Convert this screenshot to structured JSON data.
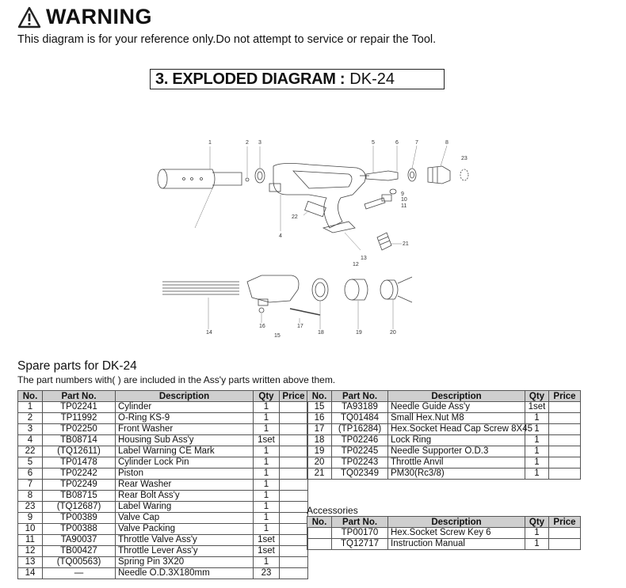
{
  "warning": {
    "title": "WARNING",
    "note": "This diagram is for your reference only.Do not attempt to service or repair the Tool."
  },
  "section": {
    "heading": "3. EXPLODED DIAGRAM :",
    "model": "DK-24"
  },
  "diagram_callouts": [
    "1",
    "2",
    "3",
    "5",
    "6",
    "7",
    "8",
    "23",
    "22",
    "4",
    "9",
    "10",
    "11",
    "21",
    "13",
    "12",
    "14",
    "16",
    "17",
    "15",
    "18",
    "19",
    "20"
  ],
  "spare": {
    "title_prefix": "Spare parts for",
    "model": "DK-24",
    "note": "The part numbers with(   ) are included in the Ass'y parts written above them."
  },
  "columns": {
    "no": "No.",
    "part": "Part No.",
    "desc": "Description",
    "qty": "Qty",
    "price": "Price"
  },
  "table_left": [
    {
      "no": "1",
      "part": "TP02241",
      "desc": "Cylinder",
      "qty": "1"
    },
    {
      "no": "2",
      "part": "TP11992",
      "desc": "O-Ring KS-9",
      "qty": "1"
    },
    {
      "no": "3",
      "part": "TP02250",
      "desc": "Front Washer",
      "qty": "1"
    },
    {
      "no": "4",
      "part": "TB08714",
      "desc": "Housing Sub Ass'y",
      "qty": "1set"
    },
    {
      "no": "22",
      "part": "(TQ12611)",
      "desc": "Label Warning CE Mark",
      "qty": "1"
    },
    {
      "no": "5",
      "part": "TP01478",
      "desc": "Cylinder Lock Pin",
      "qty": "1"
    },
    {
      "no": "6",
      "part": "TP02242",
      "desc": "Piston",
      "qty": "1"
    },
    {
      "no": "7",
      "part": "TP02249",
      "desc": "Rear Washer",
      "qty": "1"
    },
    {
      "no": "8",
      "part": "TB08715",
      "desc": "Rear Bolt Ass'y",
      "qty": "1"
    },
    {
      "no": "23",
      "part": "(TQ12687)",
      "desc": "Label Waring",
      "qty": "1"
    },
    {
      "no": "9",
      "part": "TP00389",
      "desc": "Valve Cap",
      "qty": "1"
    },
    {
      "no": "10",
      "part": "TP00388",
      "desc": "Valve Packing",
      "qty": "1"
    },
    {
      "no": "11",
      "part": "TA90037",
      "desc": "Throttle Valve Ass'y",
      "qty": "1set"
    },
    {
      "no": "12",
      "part": "TB00427",
      "desc": "Throttle Lever Ass'y",
      "qty": "1set"
    },
    {
      "no": "13",
      "part": "(TQ00563)",
      "desc": "Spring Pin 3X20",
      "qty": "1"
    },
    {
      "no": "14",
      "part": "—",
      "desc": "Needle O.D.3X180mm",
      "qty": "23"
    }
  ],
  "table_right": [
    {
      "no": "15",
      "part": "TA93189",
      "desc": "Needle Guide Ass'y",
      "qty": "1set"
    },
    {
      "no": "16",
      "part": "TQ01484",
      "desc": "Small Hex.Nut M8",
      "qty": "1"
    },
    {
      "no": "17",
      "part": "(TP16284)",
      "desc": "Hex.Socket Head Cap Screw 8X45",
      "qty": "1"
    },
    {
      "no": "18",
      "part": "TP02246",
      "desc": "Lock Ring",
      "qty": "1"
    },
    {
      "no": "19",
      "part": "TP02245",
      "desc": "Needle Supporter O.D.3",
      "qty": "1"
    },
    {
      "no": "20",
      "part": "TP02243",
      "desc": "Throttle Anvil",
      "qty": "1"
    },
    {
      "no": "21",
      "part": "TQ02349",
      "desc": "PM30(Rc3/8)",
      "qty": "1"
    }
  ],
  "accessories": {
    "title": "Accessories",
    "rows": [
      {
        "no": "",
        "part": "TP00170",
        "desc": "Hex.Socket Screw Key 6",
        "qty": "1"
      },
      {
        "no": "",
        "part": "TQ12717",
        "desc": "Instruction Manual",
        "qty": "1"
      }
    ]
  }
}
